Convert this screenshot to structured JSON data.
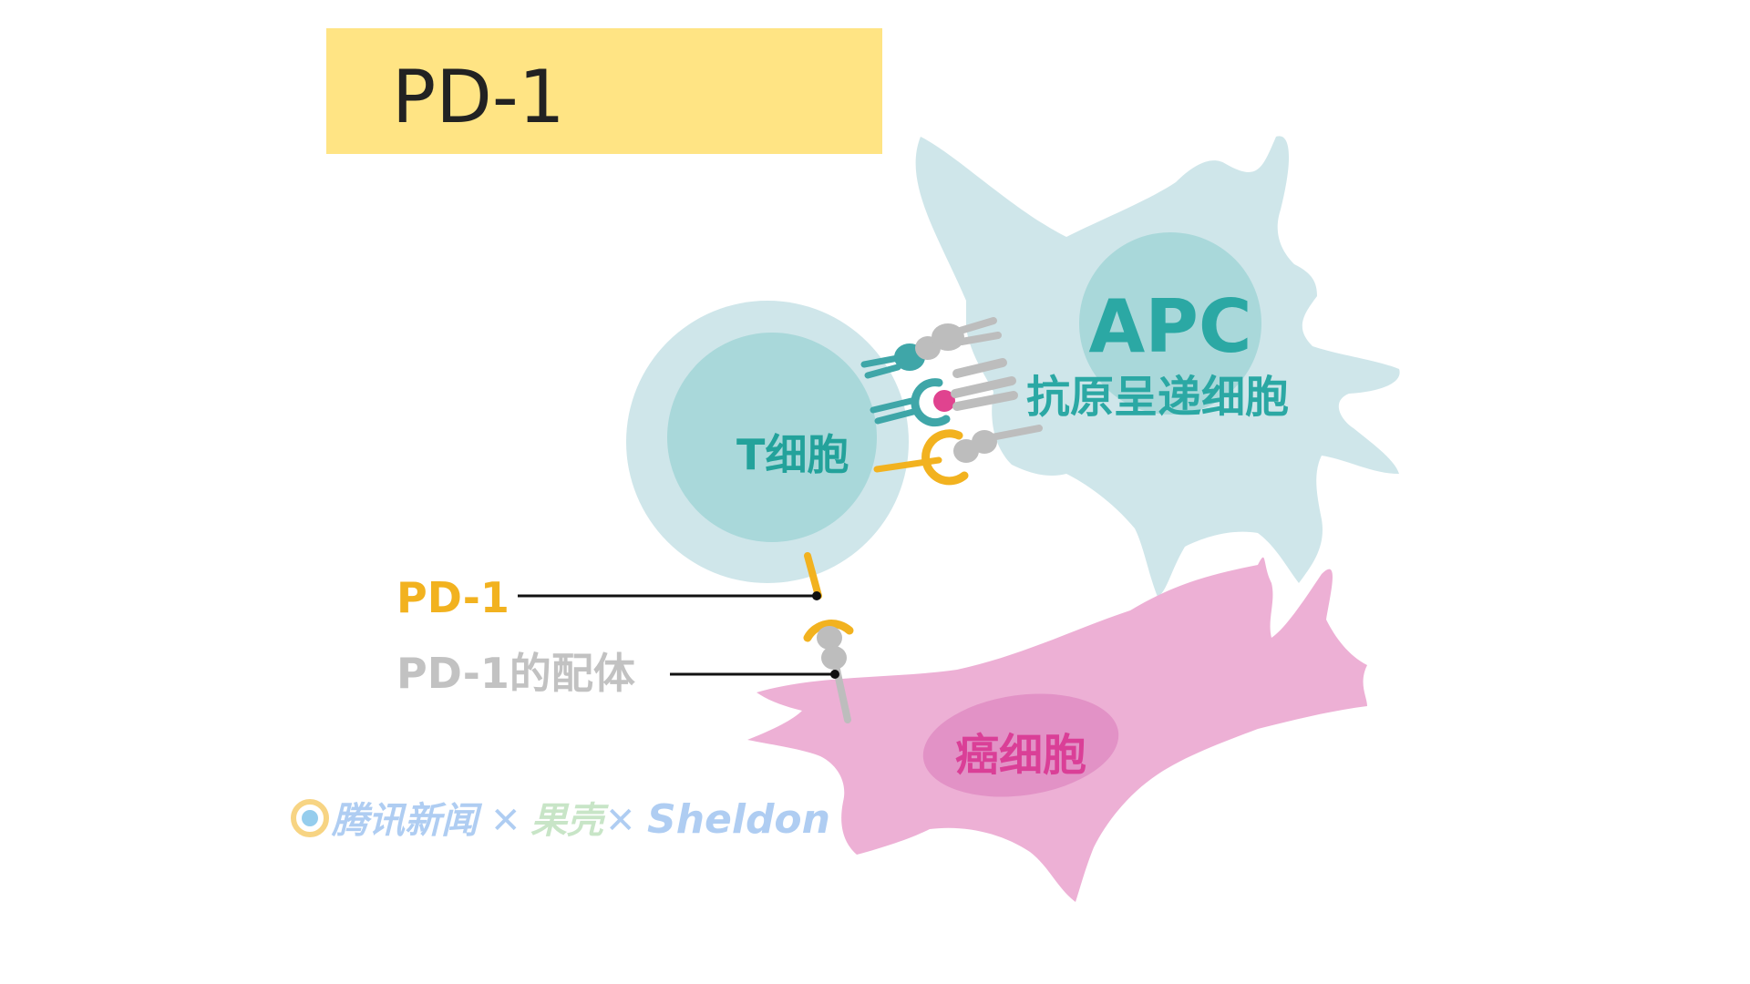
{
  "title": "PD-1",
  "labels": {
    "apc": "APC",
    "apc_full": "抗原呈递细胞",
    "t_cell": "T细胞",
    "pd1": "PD-1",
    "pd1_ligand": "PD-1的配体",
    "cancer_cell": "癌细胞"
  },
  "watermark": {
    "part1": "腾讯新闻",
    "sep1": "✕",
    "part2": "果壳",
    "sep2": "✕",
    "part3": "Sheldon"
  },
  "colors": {
    "title_bar": "#FFE484",
    "apc_body": "#CFE6EA",
    "apc_nucleus": "#A9D8DA",
    "apc_text": "#2BA8A4",
    "t_outer": "#CFE6EA",
    "t_nucleus": "#A9D8DA",
    "t_text": "#23A29B",
    "pd1": "#F2B21F",
    "ligand": "#BDBDBD",
    "cancer_body": "#EDB0D5",
    "cancer_nucleus": "#E292C6",
    "cancer_text": "#DA3F97",
    "receptor_teal": "#3FA6A8",
    "antigen_pink": "#E0438F"
  }
}
